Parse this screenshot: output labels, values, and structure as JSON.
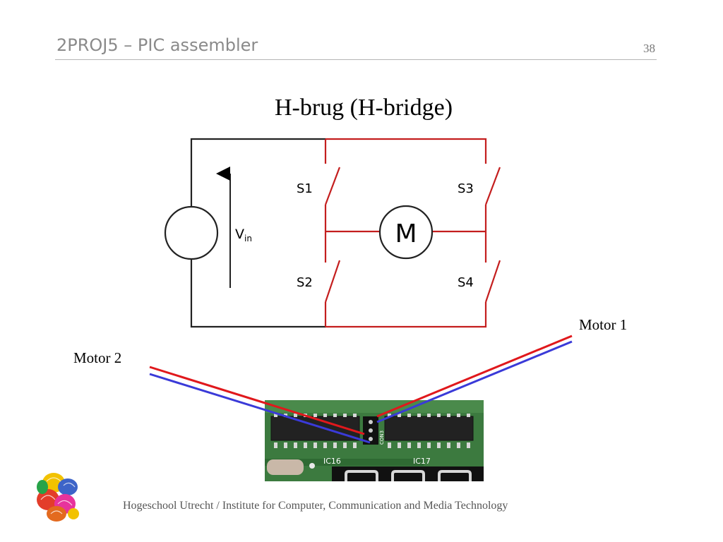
{
  "header": {
    "course_title": "2PROJ5 – PIC assembler",
    "page_number": "38"
  },
  "slide": {
    "title": "H-brug (H-bridge)"
  },
  "diagram": {
    "switches": [
      "S1",
      "S2",
      "S3",
      "S4"
    ],
    "source_label": "V",
    "source_label_subscript": "in",
    "motor_label": "M",
    "chip_labels": [
      "IC16",
      "IC17"
    ],
    "board_label": "CON3",
    "wire_colors": {
      "positive": "#e0181c",
      "negative": "#3a3ad8",
      "circuit": "#c41e1e"
    }
  },
  "callouts": {
    "motor1": "Motor 1",
    "motor2": "Motor 2"
  },
  "footer": {
    "text": "Hogeschool Utrecht / Institute for Computer, Communication and Media Technology"
  }
}
